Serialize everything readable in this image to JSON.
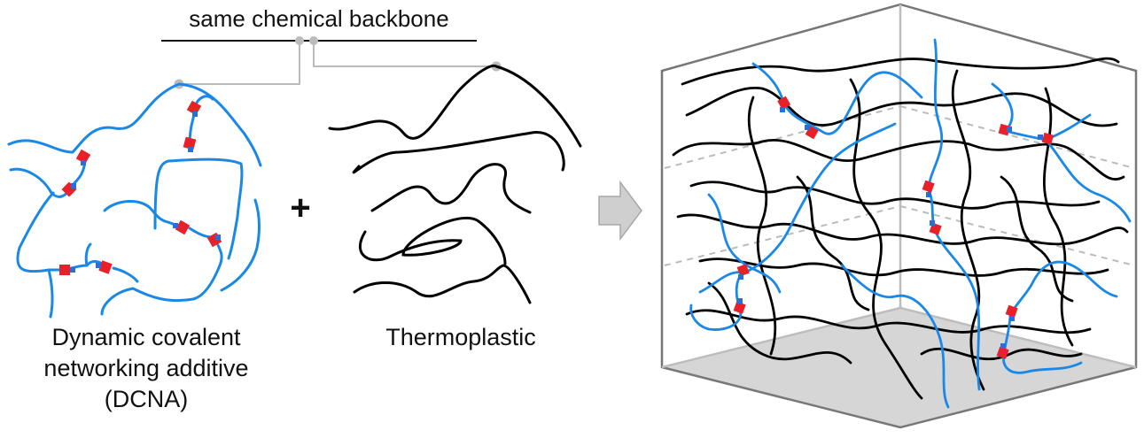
{
  "labels": {
    "backbone": "same chemical backbone",
    "dcna_line1": "Dynamic covalent",
    "dcna_line2": "networking additive",
    "dcna_line3": "(DCNA)",
    "thermoplastic": "Thermoplastic",
    "plus": "+"
  },
  "colors": {
    "dcna_chain": "#1a88e6",
    "thermoplastic_chain": "#000000",
    "bond_red": "#e8202a",
    "bond_blue": "#2a6fd6",
    "connector": "#bbbbbb",
    "cube_edge": "#777777",
    "cube_floor": "#d6d6d6",
    "arrow_fill": "#cfcfcf"
  }
}
